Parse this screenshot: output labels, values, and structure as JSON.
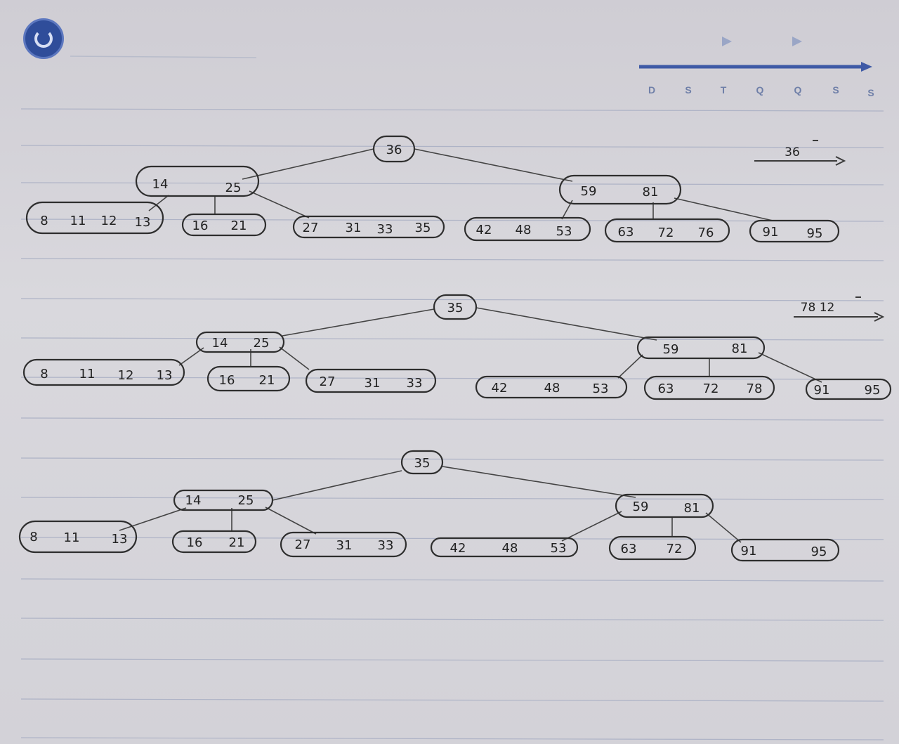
{
  "header": {
    "weekdays": [
      "D",
      "S",
      "T",
      "Q",
      "Q",
      "S",
      "S"
    ],
    "accent_color": "#3f5aa6"
  },
  "notes": {
    "insert_label": "36",
    "remove_label": "78 12"
  },
  "trees": [
    {
      "root": [
        "36"
      ],
      "internal": [
        [
          "14",
          "25"
        ],
        [
          "59",
          "81"
        ]
      ],
      "leaves": [
        [
          "8",
          "11",
          "12",
          "13"
        ],
        [
          "16",
          "21"
        ],
        [
          "27",
          "31",
          "33",
          "35"
        ],
        [
          "42",
          "48",
          "53"
        ],
        [
          "63",
          "72",
          "76"
        ],
        [
          "91",
          "95"
        ]
      ]
    },
    {
      "root": [
        "35"
      ],
      "internal": [
        [
          "14",
          "25"
        ],
        [
          "59",
          "81"
        ]
      ],
      "leaves": [
        [
          "8",
          "11",
          "12",
          "13"
        ],
        [
          "16",
          "21"
        ],
        [
          "27",
          "31",
          "33"
        ],
        [
          "42",
          "48",
          "53"
        ],
        [
          "63",
          "72",
          "78"
        ],
        [
          "91",
          "95"
        ]
      ]
    },
    {
      "root": [
        "35"
      ],
      "internal": [
        [
          "14",
          "25"
        ],
        [
          "59",
          "81"
        ]
      ],
      "leaves": [
        [
          "8",
          "11",
          "13"
        ],
        [
          "16",
          "21"
        ],
        [
          "27",
          "31",
          "33"
        ],
        [
          "42",
          "48",
          "53"
        ],
        [
          "63",
          "72"
        ],
        [
          "91",
          "95"
        ]
      ]
    }
  ]
}
